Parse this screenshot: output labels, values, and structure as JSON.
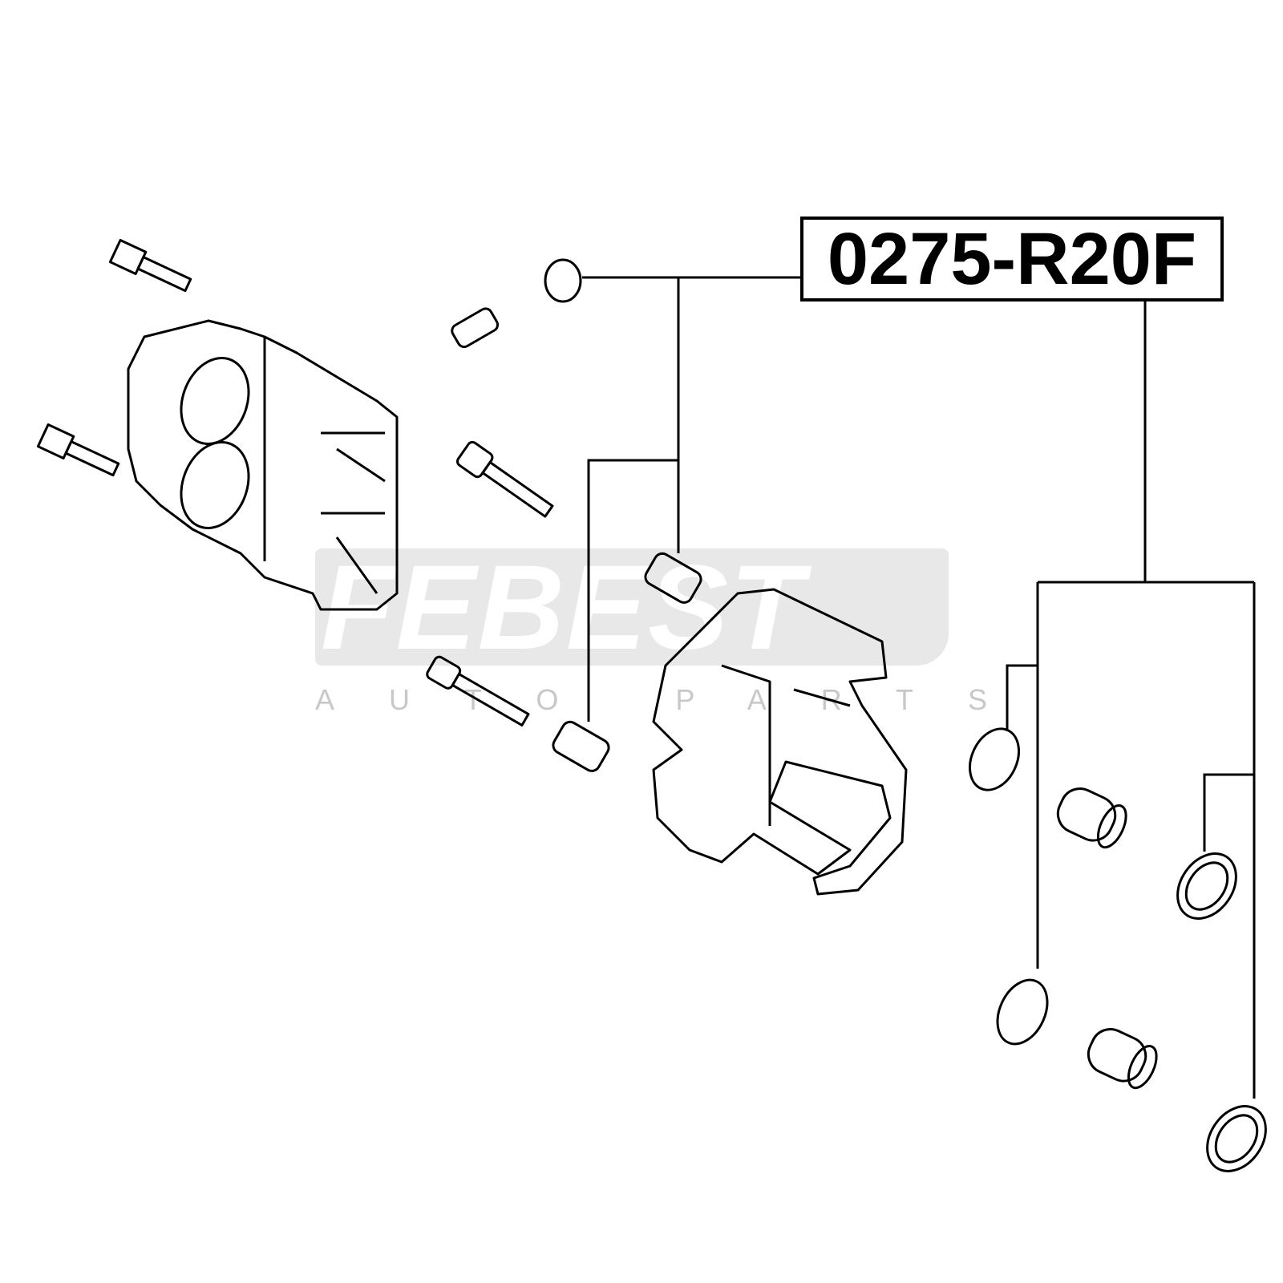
{
  "part_number": "0275-R20F",
  "watermark": {
    "brand": "FEBEST",
    "subtitle": "AUTO PARTS"
  }
}
